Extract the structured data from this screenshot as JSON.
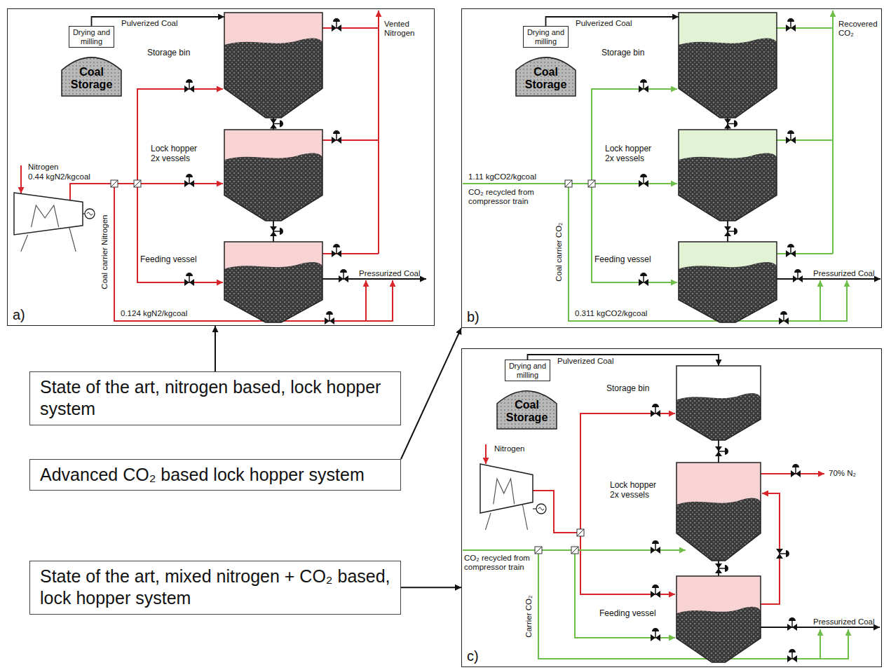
{
  "diagram": {
    "nodes": [
      {
        "text": [
          "a)"
        ]
      },
      {
        "text": [
          "Drying and milling"
        ],
        "in": 0
      },
      {
        "text": [
          "Coal Storage"
        ],
        "in": 0
      },
      {
        "text": [
          "Storage bin"
        ],
        "in": 0
      },
      {
        "text": [
          "Lock hopper 2x vessels"
        ],
        "in": 0
      },
      {
        "text": [
          "Feeding vessel"
        ],
        "in": 0
      },
      {
        "text": [
          "b)"
        ]
      },
      {
        "text": [
          "Drying and milling"
        ],
        "in": 6
      },
      {
        "text": [
          "Coal Storage"
        ],
        "in": 6
      },
      {
        "text": [
          "Storage bin"
        ],
        "in": 6
      },
      {
        "text": [
          "Lock hopper 2x vessels"
        ],
        "in": 6
      },
      {
        "text": [
          "Feeding vessel"
        ],
        "in": 6
      },
      {
        "text": [
          "c)"
        ]
      },
      {
        "text": [
          "Drying and milling"
        ],
        "in": 12
      },
      {
        "text": [
          "Coal Storage"
        ],
        "in": 12
      },
      {
        "text": [
          "Storage bin"
        ],
        "in": 12
      },
      {
        "text": [
          "Lock hopper 2x vessels"
        ],
        "in": 12
      },
      {
        "text": [
          "Feeding vessel"
        ],
        "in": 12
      },
      {
        "text": [
          "State of the art, nitrogen based, lock hopper system"
        ]
      },
      {
        "text": [
          "Advanced CO₂ based lock hopper system"
        ]
      },
      {
        "text": [
          "State of the art, mixed nitrogen + CO₂ based, lock hopper system"
        ]
      }
    ],
    "edges": [
      {
        "from": 1,
        "to": 3,
        "label": "Pulverized Coal",
        "arrow": "to"
      },
      {
        "from": 3,
        "to": 4,
        "arrow": "none"
      },
      {
        "from": 4,
        "to": 5,
        "arrow": "none"
      },
      {
        "from": 7,
        "to": 9,
        "label": "Pulverized Coal",
        "arrow": "to"
      },
      {
        "from": 9,
        "to": 10,
        "arrow": "none"
      },
      {
        "from": 10,
        "to": 11,
        "arrow": "none"
      },
      {
        "from": 13,
        "to": 15,
        "label": "Pulverized Coal",
        "arrow": "to"
      },
      {
        "from": 15,
        "to": 16,
        "arrow": "none"
      },
      {
        "from": 16,
        "to": 17,
        "arrow": "none"
      },
      {
        "from": 18,
        "to": 0,
        "arrow": "to"
      },
      {
        "from": 19,
        "to": 6,
        "arrow": "to"
      },
      {
        "from": 20,
        "to": 12,
        "arrow": "to"
      }
    ],
    "labels": [
      "Vented Nitrogen",
      "Nitrogen",
      "0.44 kgN2/kgcoal",
      "Coal carrier Nitrogen",
      "0.124 kgN2/kgcoal",
      "Pressurized Coal",
      "Recovered CO₂",
      "1.11 kgCO2/kgcoal",
      "CO₂ recycled from compressor train",
      "Coal carrier CO₂",
      "0.311 kgCO2/kgcoal",
      "Pressurized Coal",
      "Nitrogen",
      "70% N₂",
      "CO₂ recycled from compressor train",
      "Carrier CO₂",
      "Pressurized Coal"
    ]
  }
}
